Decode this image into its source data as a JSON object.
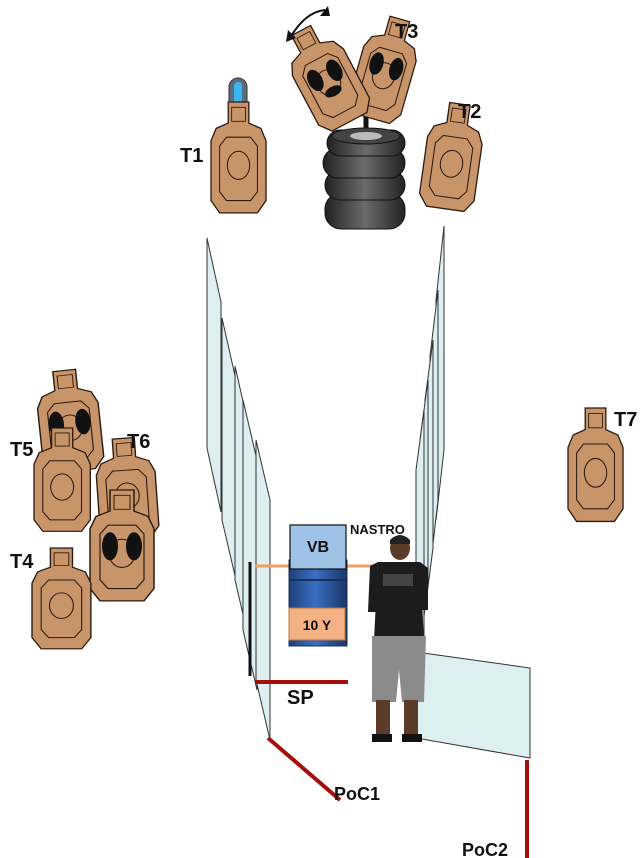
{
  "colors": {
    "target_fill": "#C8956A",
    "target_stroke": "#2b1a0f",
    "no_shoot_mark": "#111111",
    "wall_fill": "#DDEFF0",
    "wall_stroke": "#333333",
    "fault_line": "#A50E0E",
    "tape": "#F0A060",
    "barrel_blue": "#2E5EA8",
    "vb_box": "#9EC3E6",
    "sign_orange": "#F4B183",
    "tire": "#333333",
    "light_blue": "#39B6F0"
  },
  "targets": {
    "t1": "T1",
    "t2": "T2",
    "t3": "T3",
    "t4": "T4",
    "t5": "T5",
    "t6": "T6",
    "t7": "T7"
  },
  "props": {
    "vb": "VB",
    "barrel_sign": "10 Y",
    "tape": "NASTRO",
    "start": "SP",
    "poc1": "PoC1",
    "poc2": "PoC2"
  }
}
